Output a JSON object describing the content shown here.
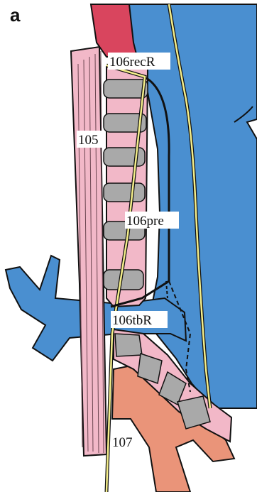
{
  "panel_letter": "a",
  "labels": {
    "recurrent_nerve_station": "106recR",
    "station_105": "105",
    "pretracheal_station": "106pre",
    "tracheobronchial_station": "106tbR",
    "station_107": "107"
  },
  "colors": {
    "vein_blue": "#4a8fd0",
    "esophagus_pink": "#f2b8c8",
    "cartilage_gray": "#a9a9a9",
    "nerve_yellow": "#f4ee8a",
    "artery_red": "#d9455e",
    "bronchus_salmon": "#ea9479",
    "outline": "#111111"
  }
}
